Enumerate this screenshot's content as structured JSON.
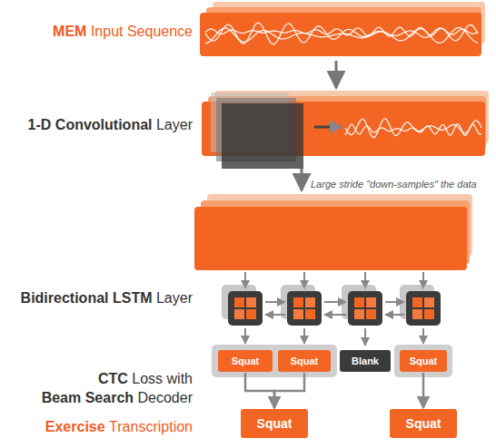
{
  "diagram": {
    "nodes": [
      {
        "text": [
          "Squat"
        ]
      },
      {
        "text": [
          "Squat"
        ]
      },
      {
        "text": [
          "Blank"
        ]
      },
      {
        "text": [
          "Squat"
        ]
      },
      {
        "text": [
          "Squat"
        ]
      },
      {
        "text": [
          "Squat"
        ]
      }
    ],
    "edges": [
      {
        "from": 0,
        "to": 4,
        "arrow": "to"
      },
      {
        "from": 1,
        "to": 4,
        "arrow": "to"
      },
      {
        "from": 3,
        "to": 5,
        "arrow": "to"
      }
    ],
    "labels": [
      "MEM",
      "Input Sequence",
      "1-D Convolutional",
      "Layer",
      "Bidirectional LSTM",
      "Layer",
      "CTC",
      "Loss with",
      "Beam Search",
      "Decoder",
      "Exercise",
      "Transcription",
      "Large stride \"down-samples\" the data"
    ]
  }
}
